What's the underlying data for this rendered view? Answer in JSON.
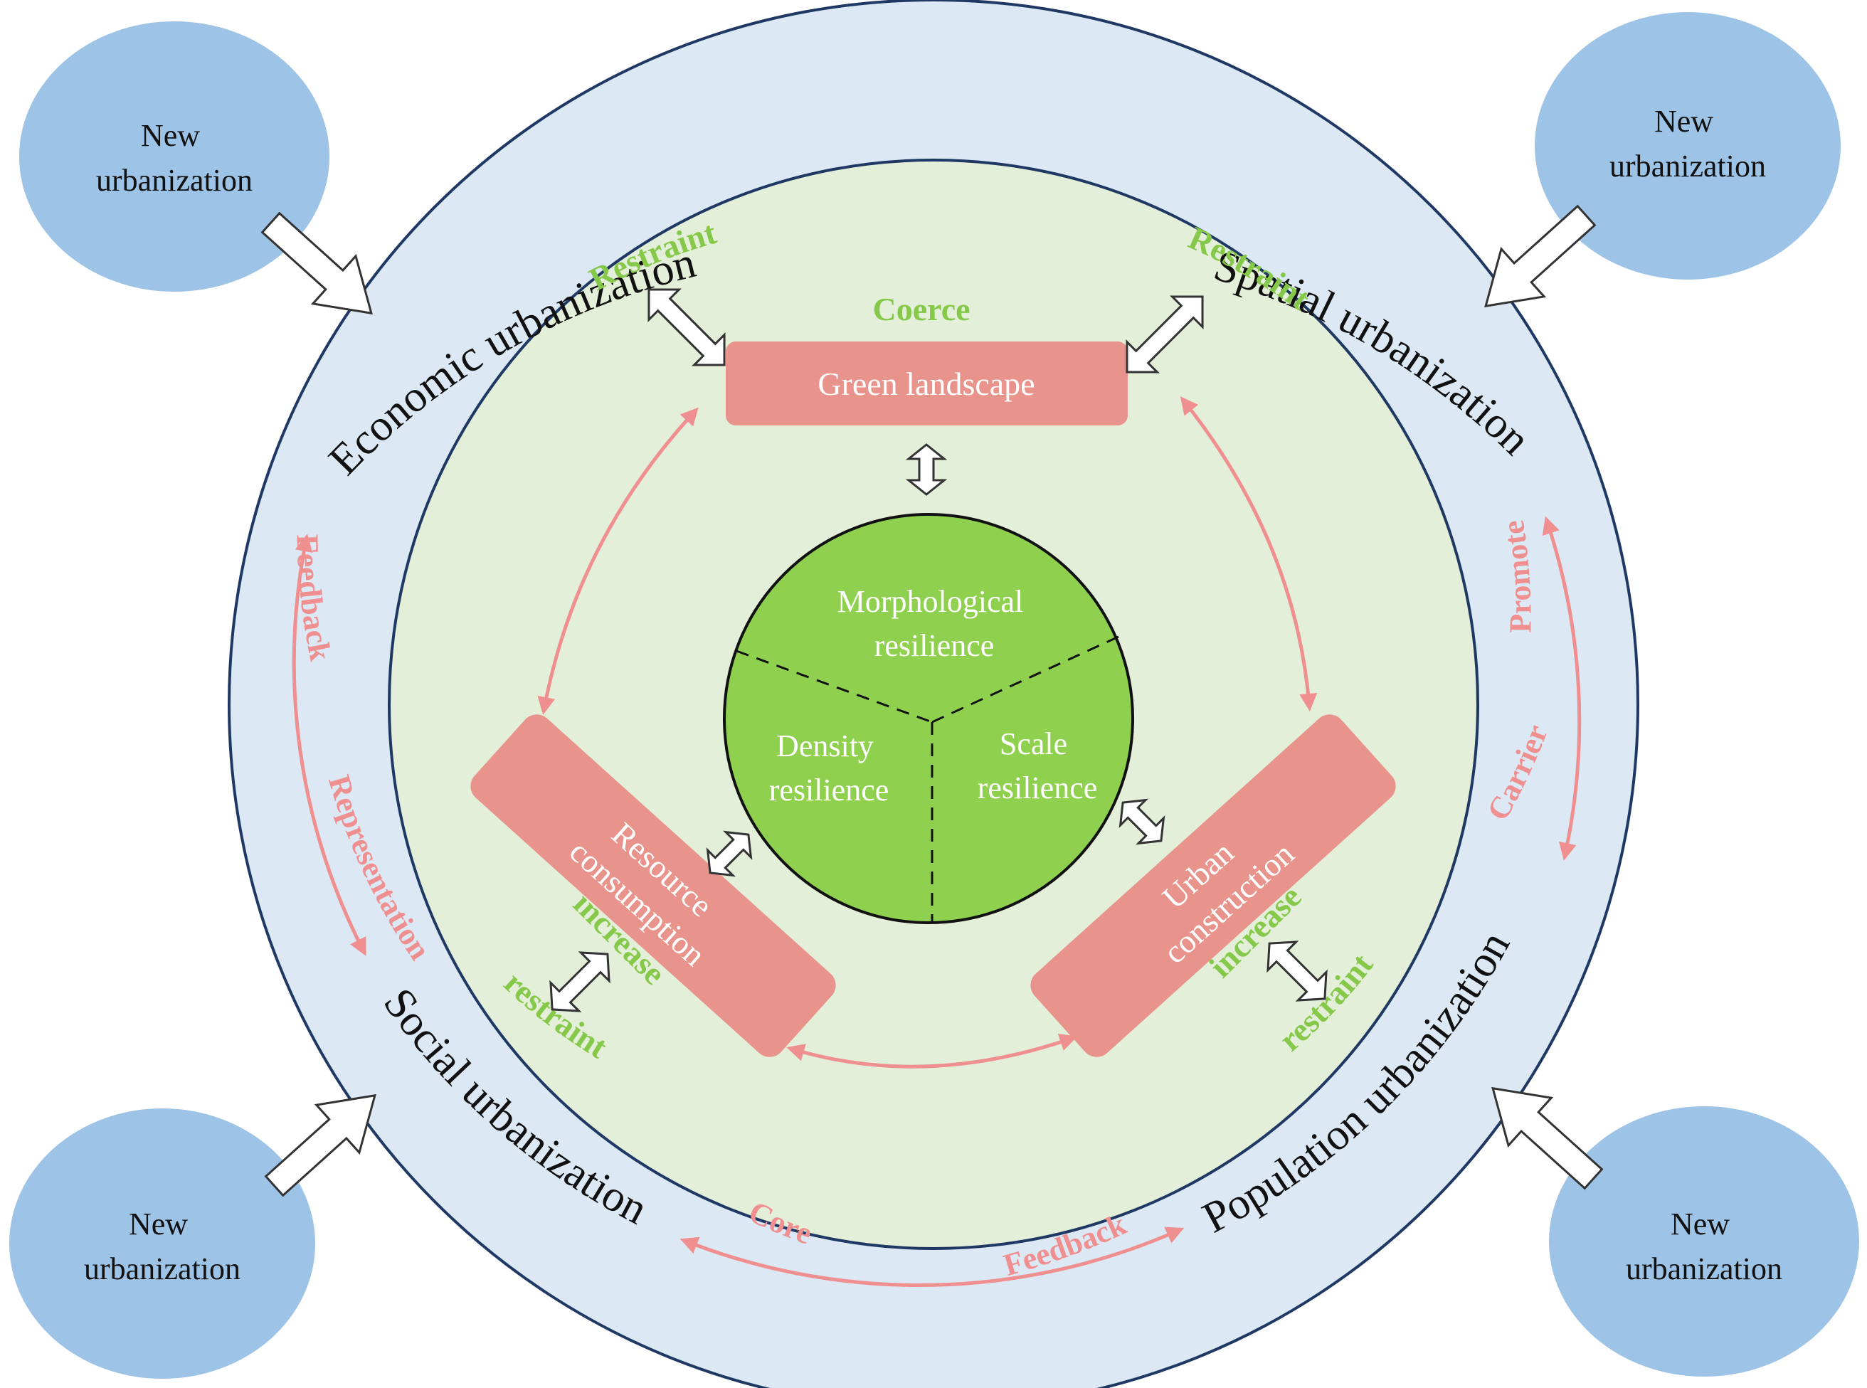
{
  "corners": {
    "top_left": "New urbanization",
    "top_right": "New urbanization",
    "bottom_left": "New urbanization",
    "bottom_right": "New urbanization"
  },
  "ring": {
    "economic": "Economic urbanization",
    "spatial": "Spatial urbanization",
    "social": "Social urbanization",
    "population": "Population urbanization"
  },
  "ring_relations": {
    "feedback_left": "Feedback",
    "representation": "Representation",
    "promote": "Promote",
    "carrier": "Carrier",
    "core": "Core",
    "feedback_bottom": "Feedback"
  },
  "inner_relations": {
    "restraint_left": "Restraint",
    "restraint_right": "Restraint",
    "coerce": "Coerce",
    "increase_left": "increase",
    "restraint_lower_left": "restraint",
    "increase_right": "increase",
    "restraint_lower_right": "restraint"
  },
  "boxes": {
    "green_landscape": "Green landscape",
    "resource_line1": "Resource",
    "resource_line2": "consumption",
    "urban_line1": "Urban",
    "urban_line2": "construction"
  },
  "core": {
    "morph_line1": "Morphological",
    "morph_line2": "resilience",
    "density_line1": "Density",
    "density_line2": "resilience",
    "scale_line1": "Scale",
    "scale_line2": "resilience"
  },
  "colors": {
    "outer_ring": "#dce9f5",
    "inner_ring": "#e3efd8",
    "ring_stroke": "#1f3864",
    "corner_blob": "#9dc3e6",
    "core_circle": "#8fd14f",
    "box_fill": "#e8938b",
    "pink_arrow": "#ef8f8f",
    "green_text": "#86c94a"
  }
}
